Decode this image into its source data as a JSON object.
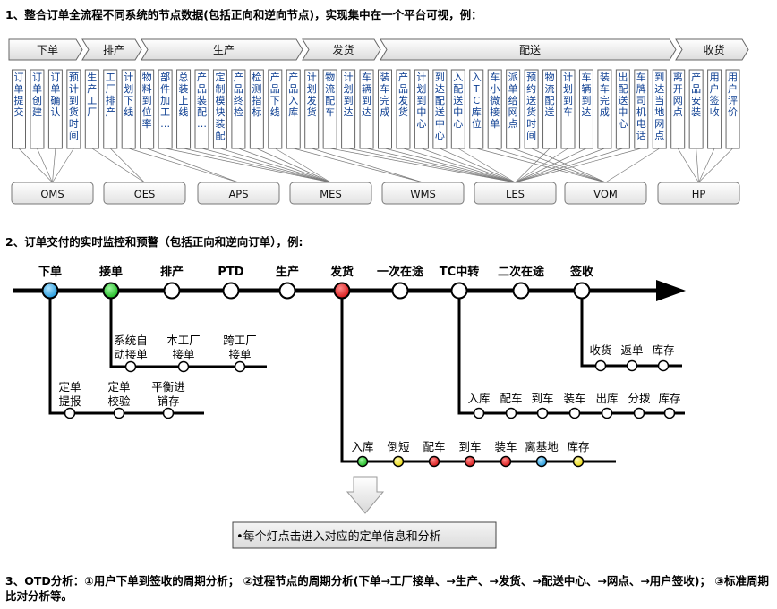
{
  "heading1": "1、整合订单全流程不同系统的节点数据(包括正向和逆向节点)，实现集中在一个平台可视，例：",
  "heading2": "2、订单交付的实时监控和预警（包括正向和逆向订单），例:",
  "heading3": "3、OTD分析：①用户下单到签收的周期分析；  ②过程节点的周期分析(下单→工厂接单、→生产、→发货、→配送中心、→网点、→用户签收)；  ③标准周期比对分析等。",
  "phases": [
    "下单",
    "排产",
    "生产",
    "发货",
    "配送",
    "收货"
  ],
  "nodes": [
    "订单提交",
    "订单创建",
    "订单确认",
    "预计到货时间",
    "生产工厂",
    "工厂排产",
    "计划下线",
    "物料到位率",
    "部件加工…",
    "总装上线",
    "产品装配…",
    "定制模块装配",
    "产品终检",
    "检测指标",
    "产品下线",
    "产品入库",
    "计划发货",
    "物流配车",
    "计划到达",
    "车辆到达",
    "装车完成",
    "产品发货",
    "计划到中心",
    "到达配送中心",
    "入配送中心",
    "入TC库位",
    "车小微接单",
    "派单给网点",
    "预约送货时间",
    "物流配送",
    "计划到车",
    "车辆到达",
    "装车完成",
    "出配送中心",
    "车牌司机电话",
    "到达当地网点",
    "离开网点",
    "产品安装",
    "用户签收",
    "用户评价"
  ],
  "systems": [
    "OMS",
    "OES",
    "APS",
    "MES",
    "WMS",
    "LES",
    "VOM",
    "HP"
  ],
  "stages": [
    "下单",
    "接单",
    "排产",
    "PTD",
    "生产",
    "发货",
    "一次在途",
    "TC中转",
    "二次在途",
    "签收"
  ],
  "branches": {
    "order_accept": [
      "系统自动接单",
      "本工厂接单",
      "跨工厂接单"
    ],
    "order_place": [
      "定单提报",
      "定单校验",
      "平衡进销存"
    ],
    "ship": [
      "入库",
      "倒短",
      "配车",
      "到车",
      "装车",
      "离基地",
      "库存"
    ],
    "tc": [
      "入库",
      "配车",
      "到车",
      "装车",
      "出库",
      "分拨",
      "库存"
    ],
    "sign": [
      "收货",
      "返单",
      "库存"
    ]
  },
  "note": "•每个灯点击进入对应的定单信息和分析",
  "colors": {
    "blue": "#1fa3e8",
    "green": "#18c21c",
    "red": "#e01010",
    "yellow": "#f0e000",
    "node_text": "#0b3d91"
  }
}
